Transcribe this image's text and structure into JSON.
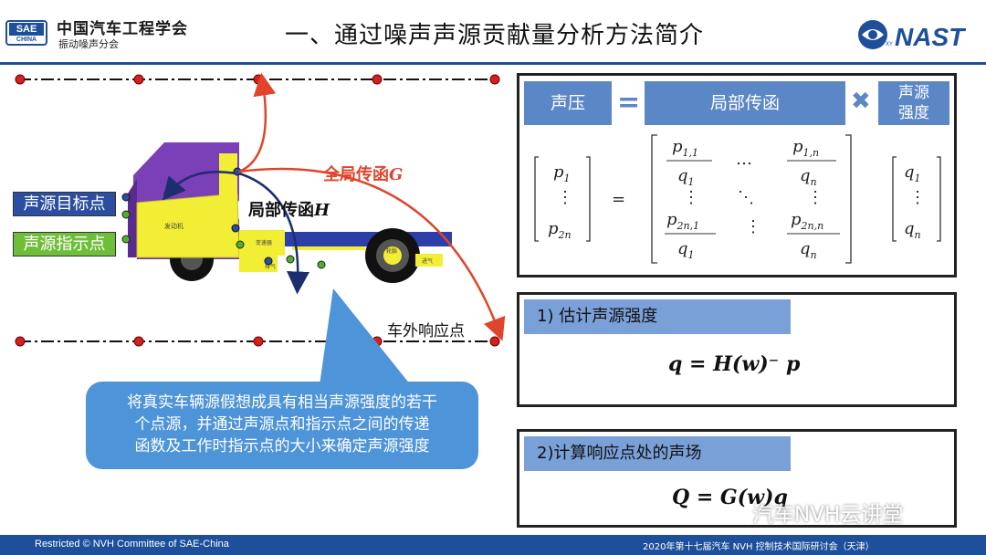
{
  "header": {
    "logo_top": "SAE",
    "logo_bottom": "CHINA",
    "org_name": "中国汽车工程学会",
    "org_subtitle": "振动噪声分会",
    "title": "一、通过噪声声源贡献量分析方法简介",
    "right_logo": "NAST",
    "right_logo_mark": "XY"
  },
  "diagram": {
    "target_point_label": "声源目标点",
    "indicator_point_label": "声源指示点",
    "global_transfer_label": "全局传函",
    "global_transfer_symbol": "G",
    "local_transfer_label": "局部传函",
    "local_transfer_symbol": "H",
    "exterior_response_label": "车外响应点",
    "engine_label": "发动机",
    "transmission_label": "变速器",
    "exhaust_label": "排气",
    "intake_label": "进气",
    "tire_label": "轮胎"
  },
  "callout": {
    "lines": [
      "将真实车辆源假想成具有相当声源强度的若干",
      "个点源，并通过声源点和指示点之间的传递",
      "函数及工作时指示点的大小来确定声源强度"
    ]
  },
  "equation_panel": {
    "pressure_label": "声压",
    "equals_sign": "=",
    "local_transfer_label": "局部传函",
    "times_sign": "✖",
    "source_strength_label": "声源\n强度",
    "ellipsis_h": "…",
    "ellipsis_v": "⋮",
    "ellipsis_d": "⋱"
  },
  "step1": {
    "label": "1) 估计声源强度",
    "formula": "q = H(w)⁻ p"
  },
  "step2": {
    "label": "2)计算响应点处的声场",
    "formula": "Q = G(w)q"
  },
  "watermark": "汽车NVH云讲堂",
  "footer": {
    "left": "Restricted © NVH Committee of SAE-China",
    "right": "2020年第十七届汽车 NVH 控制技术国际研讨会（天津）"
  },
  "colors": {
    "brand_blue": "#1d4f9a",
    "label_blue": "#5b87c7",
    "step_blue": "#7aa0d8",
    "arrow_red": "#e0452b",
    "cab_purple": "#7b3fb8",
    "engine_yellow": "#f2ee35",
    "target_label_bg": "#2b4ea0",
    "indicator_label_bg": "#6fbe3a",
    "callout_blue": "#4e94d8"
  }
}
